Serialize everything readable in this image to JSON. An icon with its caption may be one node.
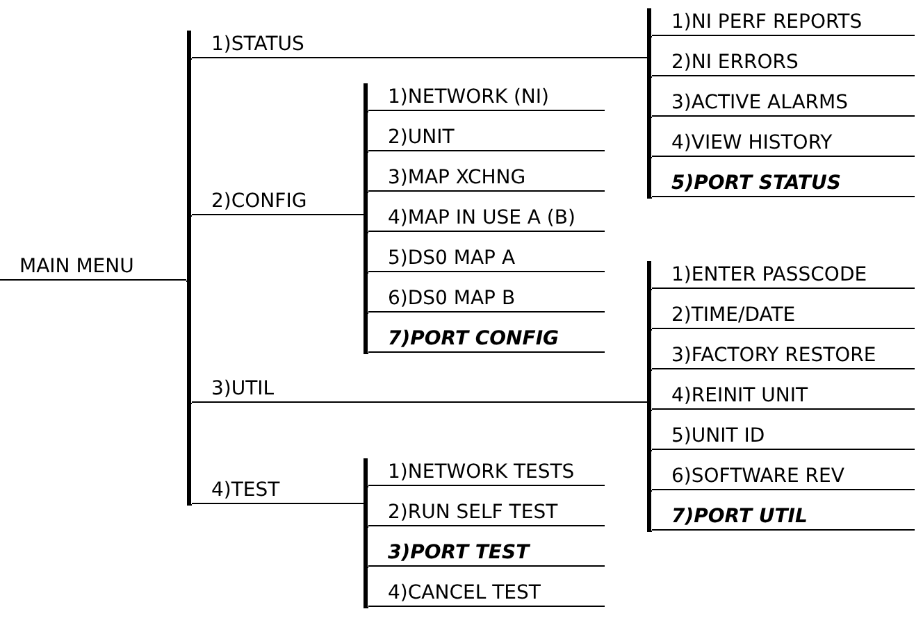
{
  "diagram": {
    "nodes": [
      {
        "text": [
          "MAIN MENU"
        ]
      },
      {
        "text": [
          "1)STATUS"
        ]
      },
      {
        "text": [
          "1)NI PERF REPORTS"
        ]
      },
      {
        "text": [
          "2)NI ERRORS"
        ]
      },
      {
        "text": [
          "3)ACTIVE ALARMS"
        ]
      },
      {
        "text": [
          "4)VIEW HISTORY"
        ]
      },
      {
        "text": [
          "5)PORT STATUS"
        ]
      },
      {
        "text": [
          "2)CONFIG"
        ]
      },
      {
        "text": [
          "1)NETWORK (NI)"
        ]
      },
      {
        "text": [
          "2)UNIT"
        ]
      },
      {
        "text": [
          "3)MAP XCHNG"
        ]
      },
      {
        "text": [
          "4)MAP IN USE A (B)"
        ]
      },
      {
        "text": [
          "5)DS0 MAP A"
        ]
      },
      {
        "text": [
          "6)DS0 MAP B"
        ]
      },
      {
        "text": [
          "7)PORT CONFIG"
        ]
      },
      {
        "text": [
          "3)UTIL"
        ]
      },
      {
        "text": [
          "1)ENTER PASSCODE"
        ]
      },
      {
        "text": [
          "2)TIME/DATE"
        ]
      },
      {
        "text": [
          "3)FACTORY RESTORE"
        ]
      },
      {
        "text": [
          "4)REINIT UNIT"
        ]
      },
      {
        "text": [
          "5)UNIT ID"
        ]
      },
      {
        "text": [
          "6)SOFTWARE REV"
        ]
      },
      {
        "text": [
          "7)PORT UTIL"
        ]
      },
      {
        "text": [
          "4)TEST"
        ]
      },
      {
        "text": [
          "1)NETWORK TESTS"
        ]
      },
      {
        "text": [
          "2)RUN SELF TEST"
        ]
      },
      {
        "text": [
          "3)PORT TEST"
        ]
      },
      {
        "text": [
          "4)CANCEL TEST"
        ]
      }
    ],
    "edges": [
      {
        "from": 0,
        "to": 1,
        "arrow": "none"
      },
      {
        "from": 0,
        "to": 7,
        "arrow": "none"
      },
      {
        "from": 0,
        "to": 15,
        "arrow": "none"
      },
      {
        "from": 0,
        "to": 23,
        "arrow": "none"
      },
      {
        "from": 1,
        "to": 2,
        "arrow": "none"
      },
      {
        "from": 1,
        "to": 3,
        "arrow": "none"
      },
      {
        "from": 1,
        "to": 4,
        "arrow": "none"
      },
      {
        "from": 1,
        "to": 5,
        "arrow": "none"
      },
      {
        "from": 1,
        "to": 6,
        "arrow": "none"
      },
      {
        "from": 7,
        "to": 8,
        "arrow": "none"
      },
      {
        "from": 7,
        "to": 9,
        "arrow": "none"
      },
      {
        "from": 7,
        "to": 10,
        "arrow": "none"
      },
      {
        "from": 7,
        "to": 11,
        "arrow": "none"
      },
      {
        "from": 7,
        "to": 12,
        "arrow": "none"
      },
      {
        "from": 7,
        "to": 13,
        "arrow": "none"
      },
      {
        "from": 7,
        "to": 14,
        "arrow": "none"
      },
      {
        "from": 15,
        "to": 16,
        "arrow": "none"
      },
      {
        "from": 15,
        "to": 17,
        "arrow": "none"
      },
      {
        "from": 15,
        "to": 18,
        "arrow": "none"
      },
      {
        "from": 15,
        "to": 19,
        "arrow": "none"
      },
      {
        "from": 15,
        "to": 20,
        "arrow": "none"
      },
      {
        "from": 15,
        "to": 21,
        "arrow": "none"
      },
      {
        "from": 15,
        "to": 22,
        "arrow": "none"
      },
      {
        "from": 23,
        "to": 24,
        "arrow": "none"
      },
      {
        "from": 23,
        "to": 25,
        "arrow": "none"
      },
      {
        "from": 23,
        "to": 26,
        "arrow": "none"
      },
      {
        "from": 23,
        "to": 27,
        "arrow": "none"
      }
    ]
  }
}
